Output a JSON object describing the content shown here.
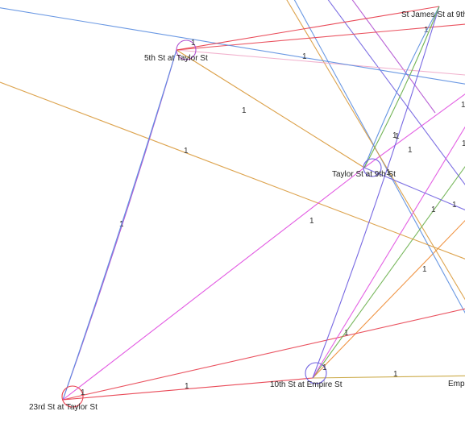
{
  "stations": [
    {
      "id": "taylor5",
      "label": "5th St at Taylor St"
    },
    {
      "id": "taylor9",
      "label": "Taylor St at 9th St"
    },
    {
      "id": "stjames",
      "label": "St James St at 9th"
    },
    {
      "id": "emp10",
      "label": "10th St at Empire St"
    },
    {
      "id": "taylor23",
      "label": "23rd St at Taylor St"
    },
    {
      "id": "empire",
      "label": "Empi"
    }
  ],
  "trips": [
    {
      "from": "taylor5",
      "to": "taylor9",
      "color": "#d99a3c",
      "count": "1"
    },
    {
      "from": "taylor5",
      "to": "stjames",
      "color": "#e8404f",
      "count": "1"
    },
    {
      "from": "taylor5",
      "to": "taylor23",
      "color": "#b050d0",
      "count": "1"
    },
    {
      "from": "taylor23",
      "to": "taylor5",
      "color": "#5a8de0",
      "count": ""
    },
    {
      "from": "taylor23",
      "to": "taylor9",
      "color": "#e050e0",
      "count": "1"
    },
    {
      "from": "taylor23",
      "to": "emp10",
      "color": "#e8404f",
      "count": "1"
    },
    {
      "from": "emp10",
      "to": "empire",
      "color": "#c9a640",
      "count": "1"
    },
    {
      "from": "emp10",
      "to": "stjames",
      "color": "#7060e0",
      "count": ""
    },
    {
      "from": "taylor9",
      "to": "stjames",
      "color": "#5a8de0",
      "count": "1"
    },
    {
      "from": "taylor9",
      "to": "stjames",
      "color": "#6ab04c",
      "count": ""
    }
  ],
  "self_loops": [
    {
      "station": "taylor5",
      "color": "#b050d0",
      "count": "1"
    },
    {
      "station": "taylor9",
      "color": "#7060e0",
      "count": "1"
    },
    {
      "station": "emp10",
      "color": "#7060e0",
      "count": "1"
    },
    {
      "station": "taylor23",
      "color": "#e8404f",
      "count": "1"
    }
  ],
  "offscreen_edges": [
    {
      "color": "#5a8de0",
      "count": "1"
    },
    {
      "color": "#d99a3c",
      "count": "1"
    },
    {
      "color": "#e8404f",
      "count": "1"
    },
    {
      "color": "#f0a8c8",
      "count": ""
    },
    {
      "color": "#7060e0",
      "count": "1"
    },
    {
      "color": "#e050e0",
      "count": "1"
    },
    {
      "color": "#6ab04c",
      "count": "1"
    },
    {
      "color": "#e8404f",
      "count": "1"
    },
    {
      "color": "#d99a3c",
      "count": "1"
    },
    {
      "color": "#e050e0",
      "count": ""
    },
    {
      "color": "#5a8de0",
      "count": "1"
    },
    {
      "color": "#ee8830",
      "count": ""
    },
    {
      "color": "#7060e0",
      "count": "1"
    },
    {
      "color": "#b050d0",
      "count": "1"
    }
  ]
}
